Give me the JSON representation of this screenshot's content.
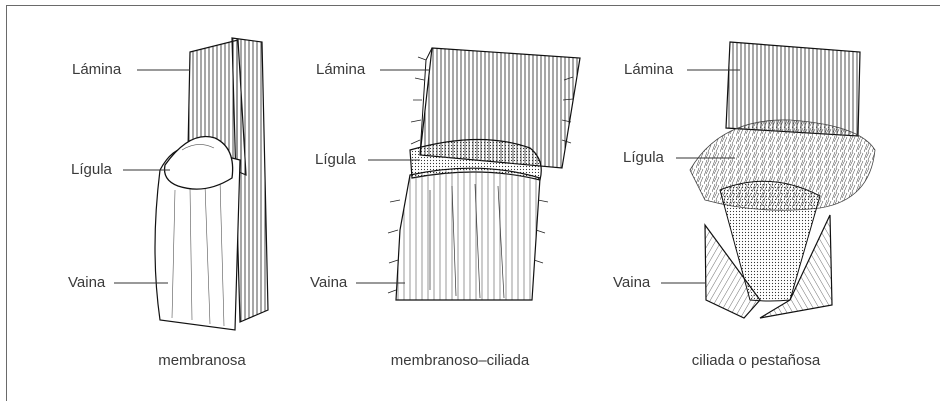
{
  "panels": [
    {
      "caption": "membranosa",
      "labels": {
        "lamina": "Lámina",
        "ligula": "Lígula",
        "vaina": "Vaina"
      }
    },
    {
      "caption": "membranoso–ciliada",
      "labels": {
        "lamina": "Lámina",
        "ligula": "Lígula",
        "vaina": "Vaina"
      }
    },
    {
      "caption": "ciliada o pestañosa",
      "labels": {
        "lamina": "Lámina",
        "ligula": "Lígula",
        "vaina": "Vaina"
      }
    }
  ]
}
